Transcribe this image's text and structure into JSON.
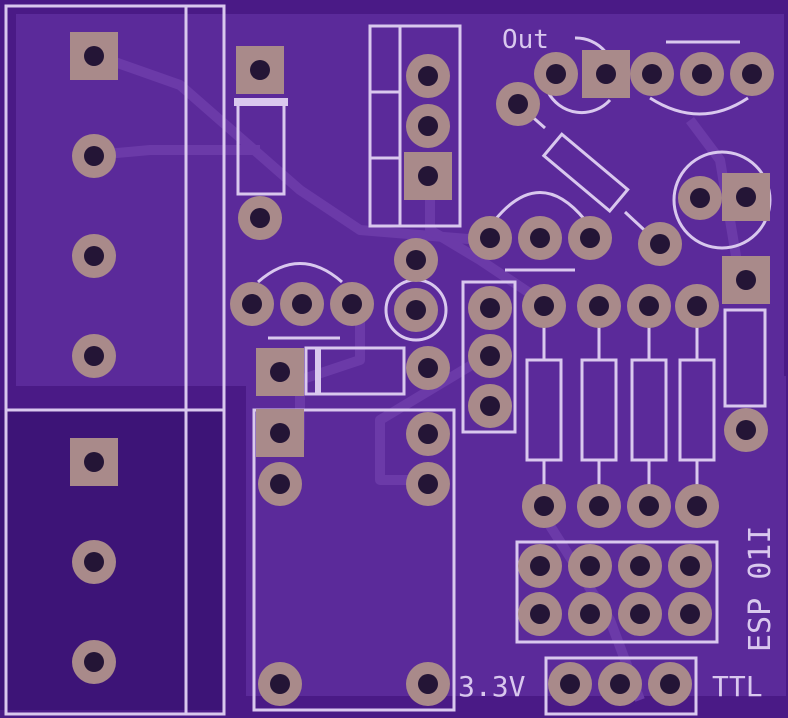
{
  "colors": {
    "board": "#4a1a86",
    "pour": "#5b2a9a",
    "trace": "#6b3aa8",
    "silk": "#d9c8ee",
    "copper": "#a98a8a",
    "hole": "#241536"
  },
  "labels": {
    "out": "Out",
    "v33": "3.3V",
    "ttl": "TTL",
    "esp": "ESP 01I"
  },
  "icons": {
    "round_pad": "round-pad-icon",
    "square_pad": "square-pad-icon"
  }
}
